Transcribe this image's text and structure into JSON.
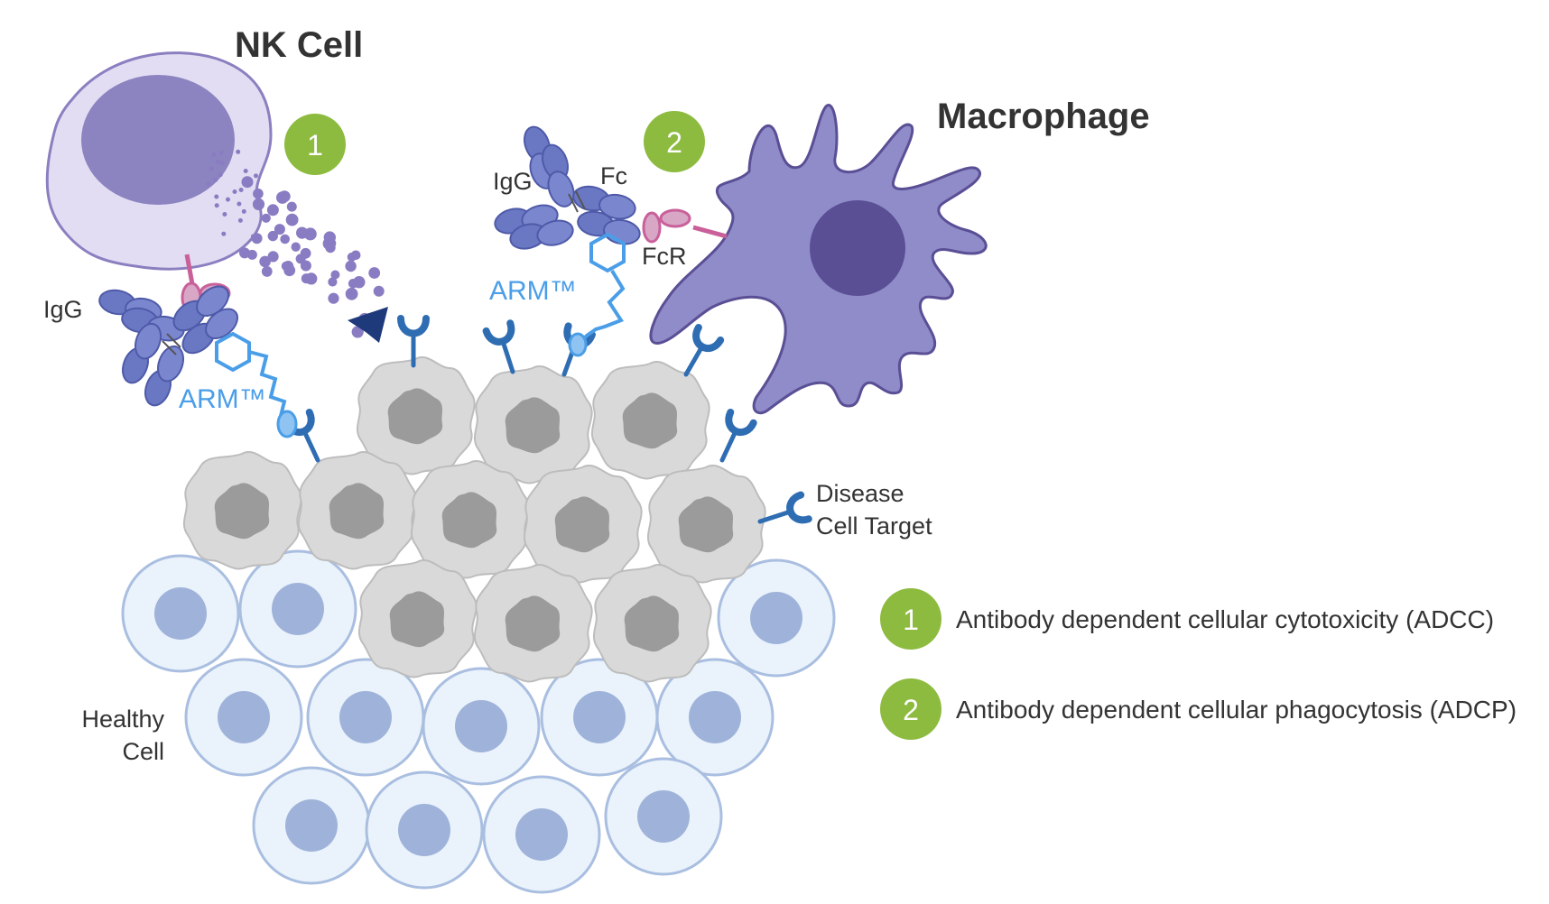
{
  "labels": {
    "nk_cell": "NK Cell",
    "macrophage": "Macrophage",
    "igg_left": "IgG",
    "igg_right": "IgG",
    "fc": "Fc",
    "fcr": "FcR",
    "arm_left": "ARM™",
    "arm_right": "ARM™",
    "disease_line1": "Disease",
    "disease_line2": "Cell Target",
    "healthy_line1": "Healthy",
    "healthy_line2": "Cell"
  },
  "badges": {
    "one": "1",
    "two": "2"
  },
  "legend": [
    {
      "number": "1",
      "text": "Antibody dependent cellular cytotoxicity (ADCC)"
    },
    {
      "number": "2",
      "text": "Antibody dependent cellular phagocytosis (ADCP)"
    }
  ],
  "colors": {
    "badge_green": "#8dbb3f",
    "nk_cell_fill": "#e3ddf3",
    "nk_nucleus": "#8b84c0",
    "macrophage_fill": "#8f8cc9",
    "macrophage_nucleus": "#5a4f95",
    "antibody": "#6a78c4",
    "arm_blue": "#4a9ee8",
    "receptor_blue": "#2f6db3",
    "fcr_pink": "#c9609a",
    "disease_cell": "#d8d8d8",
    "disease_nucleus": "#9a9a9a",
    "healthy_cell": "#eaf3fb",
    "healthy_nucleus": "#9fb3da"
  }
}
